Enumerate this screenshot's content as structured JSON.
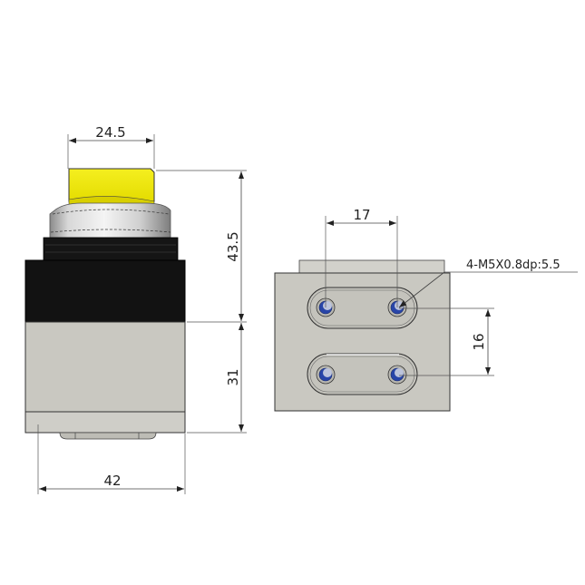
{
  "drawing": {
    "title": "Selector switch valve dimension drawing",
    "views": [
      "front-view",
      "bottom-view"
    ]
  },
  "front_view": {
    "dimensions": {
      "knob_width": "24.5",
      "upper_height": "43.5",
      "body_height": "31",
      "body_width": "42"
    }
  },
  "bottom_view": {
    "dimensions": {
      "hole_spacing_horizontal": "17",
      "hole_spacing_vertical": "16"
    },
    "callout": "4-M5X0.8dp:5.5"
  },
  "colors": {
    "knob": "#f0ea0a",
    "body_upper": "#121212",
    "body_lower": "#c9c8c1",
    "bezel": "#d9d9d9",
    "hole": "#2845a8"
  }
}
